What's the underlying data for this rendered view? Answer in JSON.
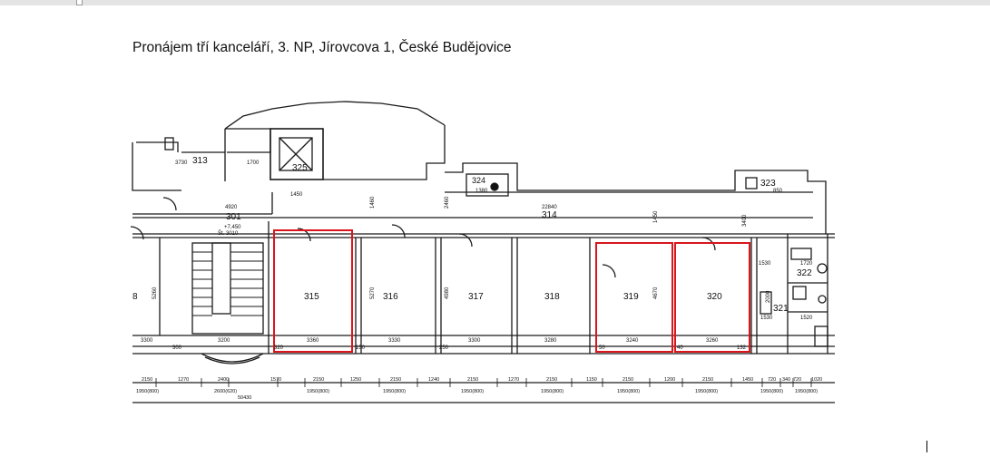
{
  "document": {
    "title": "Pronájem tří kanceláří, 3. NP, Jírovcova 1, České Budějovice"
  },
  "floor_plan": {
    "highlight_color": "#d9161c",
    "top_rooms": [
      {
        "label": "313"
      },
      {
        "label": "325"
      },
      {
        "label": "324"
      },
      {
        "label": "323"
      },
      {
        "label": "301"
      },
      {
        "label": "314"
      },
      {
        "label": "322"
      },
      {
        "label": "321"
      }
    ],
    "small_labels": {
      "d3730": "3730",
      "d1700": "1700",
      "d4920": "4920",
      "level": "+7,450",
      "stair": "Št. 3010",
      "d22840": "22840",
      "d1450": "1450",
      "d1460": "1460",
      "d2460": "2460",
      "d3400": "3400",
      "d1530": "1530",
      "d1720": "1720",
      "d1520": "1520",
      "d2000": "2000",
      "d1530b": "1530",
      "d1380": "1380",
      "d850": "850",
      "d1450b": "1450"
    },
    "offices": [
      {
        "number": "315",
        "width": "3360",
        "highlighted": true
      },
      {
        "number": "316",
        "width": "3330",
        "highlighted": false,
        "depth": "5270"
      },
      {
        "number": "317",
        "width": "3300",
        "highlighted": false,
        "depth": "4980"
      },
      {
        "number": "318",
        "width": "3280",
        "highlighted": false
      },
      {
        "number": "319",
        "width": "3240",
        "highlighted": true,
        "depth": "4670"
      },
      {
        "number": "320",
        "width": "3260",
        "highlighted": true
      }
    ],
    "left_room": {
      "number": "8"
    },
    "bottom_dims": {
      "left_a": "3300",
      "left_b": "300",
      "stair_w": "3200",
      "d320": "320",
      "d150": "150",
      "d250": "250",
      "d50": "50",
      "d40": "40",
      "d132": "132",
      "d5260": "5260"
    },
    "window_row_top": [
      "2150",
      "1270",
      "2400",
      "1570",
      "2150",
      "1250",
      "2150",
      "1240",
      "2150",
      "1270",
      "2150",
      "1150",
      "2150",
      "1200",
      "2150",
      "1450",
      "720",
      "340",
      "720",
      "1020"
    ],
    "window_row_bottom": [
      "1950(800)",
      "2600(620)",
      "1950(800)",
      "1950(800)",
      "1950(800)",
      "1950(800)",
      "1950(800)",
      "1950(800)",
      "1950(800)",
      "1950(800)"
    ],
    "total_length": "50430"
  }
}
